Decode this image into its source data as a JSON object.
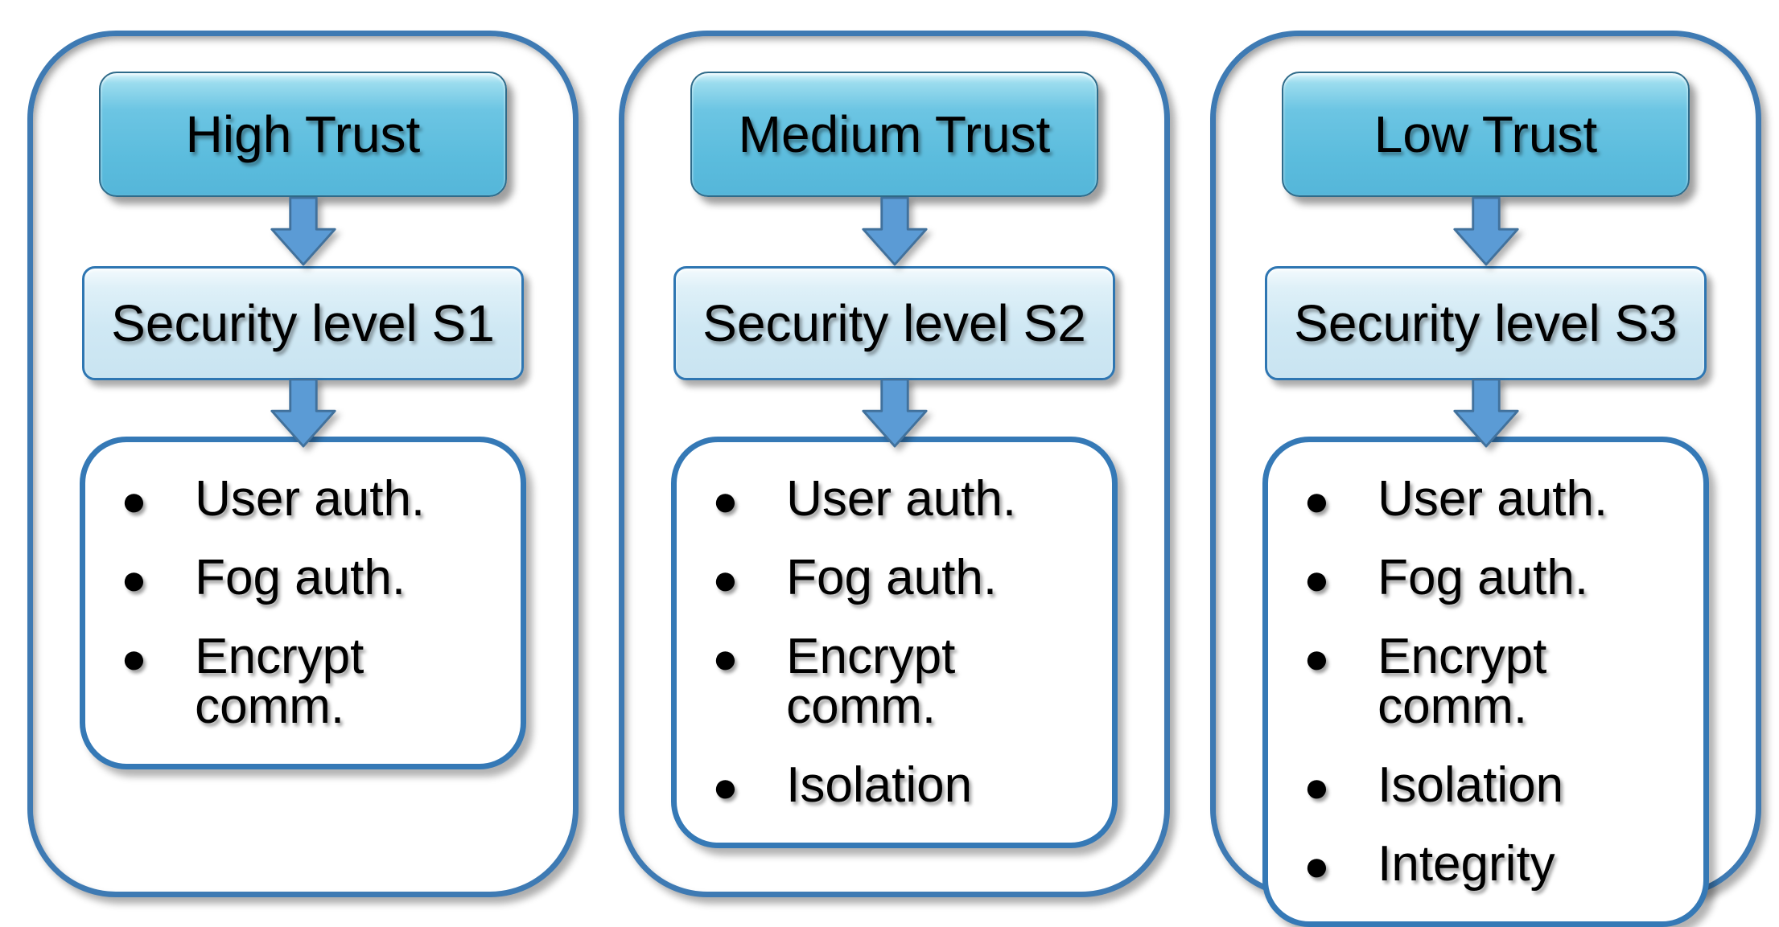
{
  "columns": [
    {
      "trust_label": "High Trust",
      "security_label": "Security level S1",
      "items": [
        "User auth.",
        "Fog auth.",
        "Encrypt comm."
      ]
    },
    {
      "trust_label": "Medium Trust",
      "security_label": "Security level S2",
      "items": [
        "User auth.",
        "Fog auth.",
        "Encrypt comm.",
        "Isolation"
      ]
    },
    {
      "trust_label": "Low Trust",
      "security_label": "Security level S3",
      "items": [
        "User auth.",
        "Fog auth.",
        "Encrypt comm.",
        "Isolation",
        "Integrity"
      ]
    }
  ],
  "icons": {
    "bullet": "•",
    "arrow": "down-arrow"
  },
  "colors": {
    "container_border": "#3e7ab3",
    "trust_box_fill": "#5fc0e0",
    "trust_box_border": "#2f6b8a",
    "security_box_fill": "#cfe8f4",
    "security_box_border": "#2e76b2",
    "list_box_border": "#3579b6",
    "arrow_fill": "#5b9bd5",
    "arrow_stroke": "#41719c",
    "text": "#000000"
  }
}
